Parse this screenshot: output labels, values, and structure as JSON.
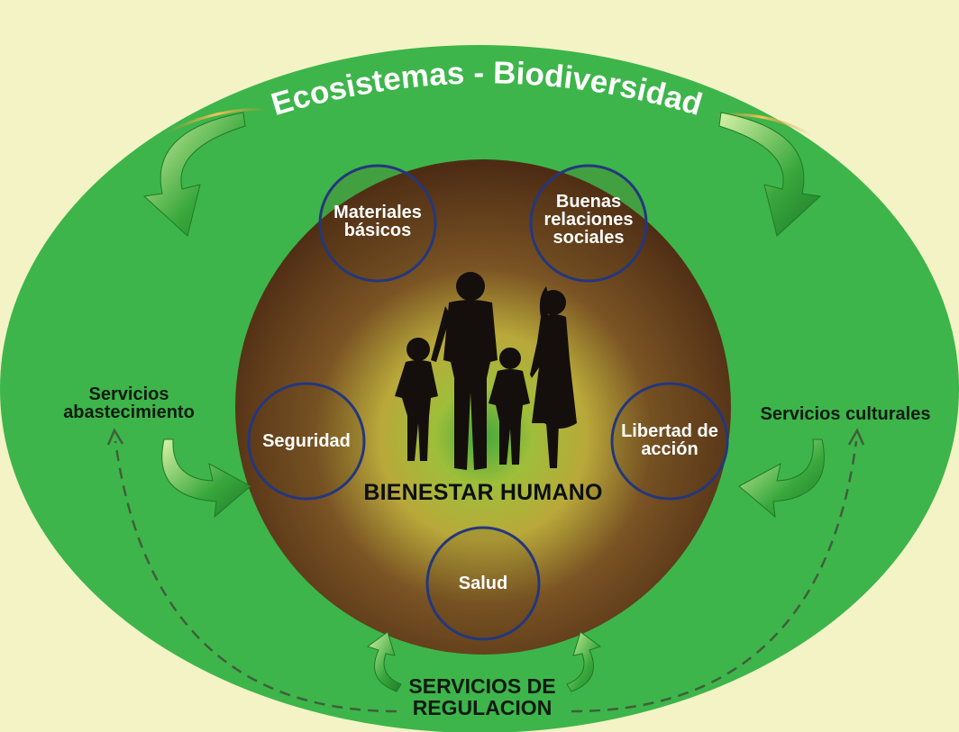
{
  "title": "Ecosistemas - Biodiversidad",
  "center_title": "BIENESTAR HUMANO",
  "circles": {
    "materiales": [
      "Materiales",
      "básicos"
    ],
    "relaciones": [
      "Buenas",
      "relaciones",
      "sociales"
    ],
    "seguridad": [
      "Seguridad"
    ],
    "libertad": [
      "Libertad de",
      "acción"
    ],
    "salud": [
      "Salud"
    ]
  },
  "services": {
    "abastecimiento": [
      "Servicios",
      "abastecimiento"
    ],
    "culturales": [
      "Servicios culturales"
    ],
    "regulacion": [
      "SERVICIOS DE",
      "REGULACION"
    ]
  },
  "colors": {
    "background": "#f3f3c6",
    "outer_ellipse": "#3db54a",
    "inner_brown": "#5a3417",
    "inner_glow": "#b9c93a",
    "circle_ring": "#23377e",
    "silhouette": "#140f0c"
  }
}
